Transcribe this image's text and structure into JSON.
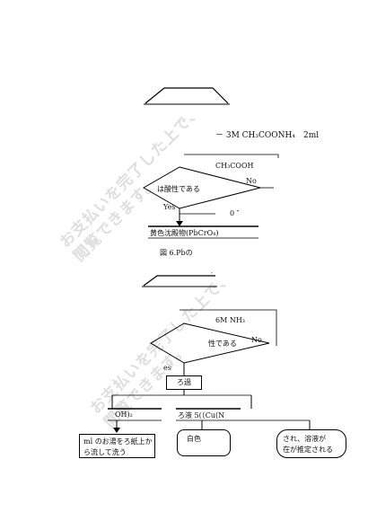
{
  "reagent1": "－ 3M CH₃COONH₄　2ml",
  "reagent2": "CH₃COOH",
  "decision1": "は酸性である",
  "no1": "No",
  "yes1": "Yes",
  "result_partial": "0 ″",
  "precipitate": "黄色沈殿物(PbCrO₄)",
  "figure_caption": "図 6.Pbの",
  "tick": "′",
  "reagent3": "6M NH₃",
  "decision2": "性である",
  "no2": "No",
  "yes2": "es",
  "filter": "ろ過",
  "left_head": "OH)₂",
  "right_head": "ろ液 5(〔Cu(N",
  "left_box": "ml のお湯をろ紙上か\nら流して洗う",
  "mid_box": "白色\n",
  "right_box": "され、溶液が\n在が推定される",
  "watermark": "お支払いを完了した上で、\n閲覧できます。"
}
